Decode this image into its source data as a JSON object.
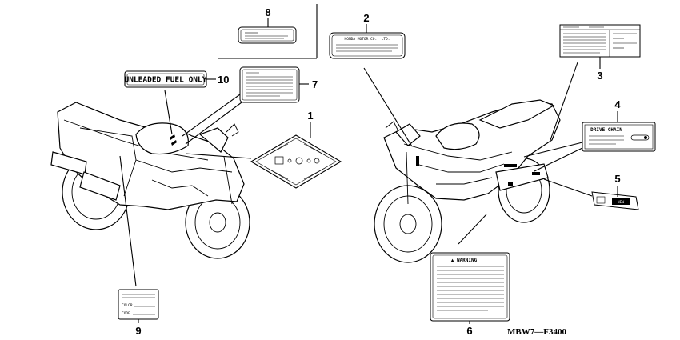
{
  "diagram_code": "MBW7—F3400",
  "callouts": [
    "1",
    "2",
    "3",
    "4",
    "5",
    "6",
    "7",
    "8",
    "9",
    "10"
  ],
  "labels": {
    "unleaded": "UNLEADED FUEL ONLY",
    "drive_chain": "DRIVE CHAIN",
    "warning": "▲ WARNING",
    "color": "COLOR",
    "code": "CODE",
    "honda_motor": "HONDA MOTOR CO., LTD."
  }
}
